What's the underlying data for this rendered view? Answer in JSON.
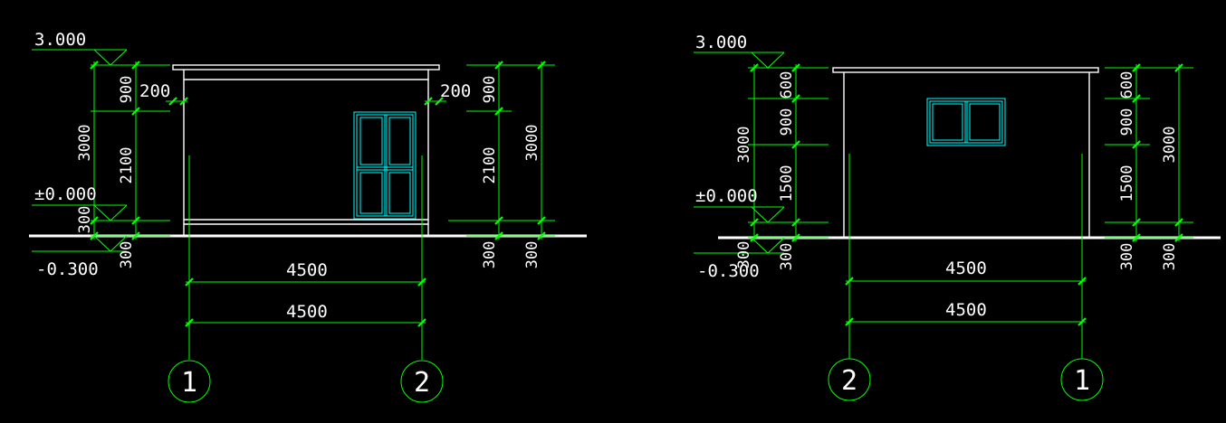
{
  "left_elevation": {
    "elev_top": "3.000",
    "elev_zero": "±0.000",
    "elev_bottom": "-0.300",
    "dim_900": "900",
    "dim_200": "200",
    "dim_3000": "3000",
    "dim_2100": "2100",
    "dim_300": "300",
    "dim_4500": "4500",
    "axis_left": "1",
    "axis_right": "2"
  },
  "right_elevation": {
    "elev_top": "3.000",
    "elev_zero": "±0.000",
    "elev_bottom": "-0.300",
    "dim_600": "600",
    "dim_900": "900",
    "dim_1500": "1500",
    "dim_3000": "3000",
    "dim_300": "300",
    "dim_4500": "4500",
    "axis_left": "2",
    "axis_right": "1"
  },
  "colors": {
    "background": "#000000",
    "building": "#ffffff",
    "dimension": "#00ff00",
    "window": "#00ffff"
  }
}
